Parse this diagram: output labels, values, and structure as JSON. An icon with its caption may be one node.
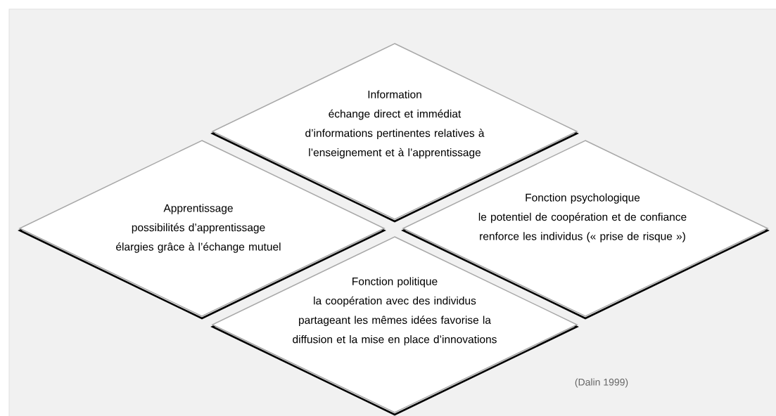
{
  "diagram": {
    "nodes": [
      {
        "text": [
          "Information",
          "échange direct et immédiat d’informations pertinentes relatives à l’enseignement et à l’apprentissage"
        ]
      },
      {
        "text": [
          "Apprentissage",
          "possibilités d’apprentissage élargies grâce à l’échange mutuel"
        ]
      },
      {
        "text": [
          "Fonction psychologique",
          "le potentiel de coopération et de confiance renforce les individus (« prise de risque »)"
        ]
      },
      {
        "text": [
          "Fonction politique",
          "la coopération avec des individus partageant les mêmes idées favorise la diffusion et la mise en place d’innovations"
        ]
      }
    ],
    "labels": [
      "(Dalin 1999)"
    ]
  }
}
